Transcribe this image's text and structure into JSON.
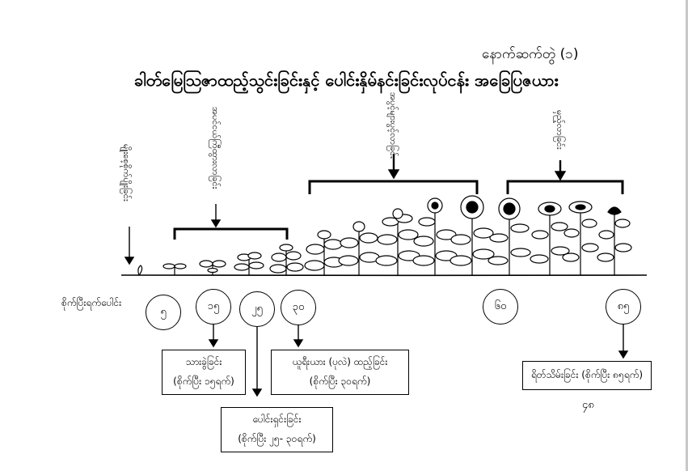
{
  "header": {
    "appendix": "နောက်ဆက်တွဲ (၁)",
    "title": "ခါတ်မြေဩဇာထည့်သွင်းခြင်းနှင့် ပေါင်းနှိမ်နင်းခြင်းလုပ်ငန်း အခြေပြဇယား"
  },
  "stages": {
    "sowing": "မျိုးစေ့စိုက်ပျိုးခြင်း",
    "early": "အပင်ငယ်ကြီထွားလာခြင်း",
    "flowering": "အပွင့်များပွင့်လာခြင်း",
    "ripening": "မှည့်လာခြင်း"
  },
  "timeline": {
    "label": "စိုက်ပြီးရက်ပေါင်း",
    "days": [
      "၅",
      "၁၅",
      "၂၅",
      "၃၀",
      "၆၀",
      "၈၅"
    ]
  },
  "boxes": {
    "thinning": {
      "line1": "သားခွဲခြင်း",
      "line2": "(စိုက်ပြီး ၁၅ရက်)"
    },
    "fertilizer": {
      "line1": "ယူရီးယား (ပုလဲ) ထည့်ခြင်း",
      "line2": "(စိုက်ပြီး ၃၀ရက်)"
    },
    "weeding": {
      "line1": "ပေါင်းရှင်းခြင်း",
      "line2": "(စိုက်ပြီး ၂၅- ၃၀ရက်)"
    },
    "harvest": {
      "line1": "ရိတ်သိမ်းခြင်း (စိုက်ပြီး ၈၅ရက်)"
    }
  },
  "page_number": "၄၈"
}
